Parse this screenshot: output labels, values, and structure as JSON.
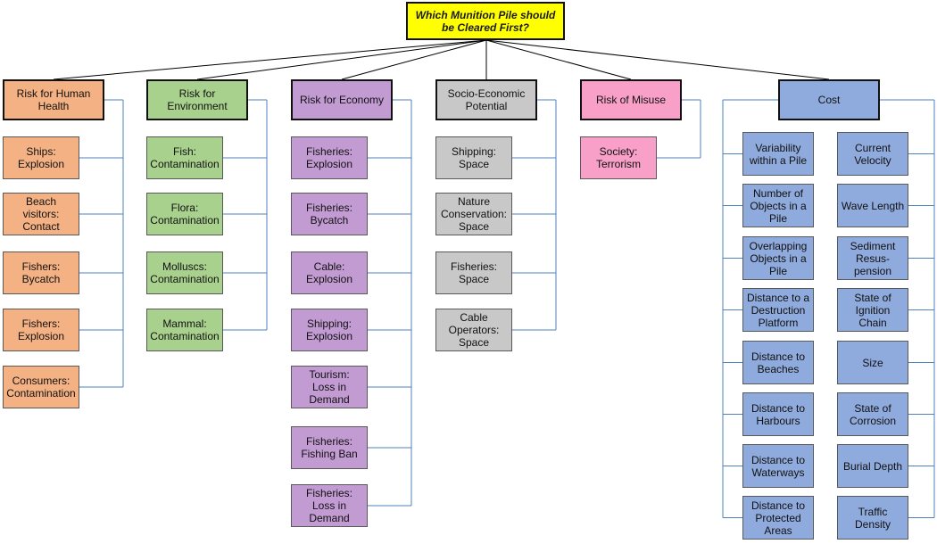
{
  "title": "Which Munition Pile should be Cleared First?",
  "colors": {
    "root": "#ffff00",
    "human": "#f4b183",
    "environment": "#a9d18e",
    "economy": "#c39bd3",
    "socio": "#c8c8c8",
    "misuse": "#f8a0c8",
    "cost": "#8faadc",
    "connector": "#4f81bd",
    "top_line": "#000000"
  },
  "categories": [
    {
      "label": "Risk for Human Health",
      "items": [
        "Ships:\nExplosion",
        "Beach visitors:\nContact",
        "Fishers:\nBycatch",
        "Fishers:\nExplosion",
        "Consumers:\nContamination"
      ]
    },
    {
      "label": "Risk for Environment",
      "items": [
        "Fish:\nContamination",
        "Flora:\nContamination",
        "Molluscs:\nContamination",
        "Mammal:\nContamination"
      ]
    },
    {
      "label": "Risk for Economy",
      "items": [
        "Fisheries:\nExplosion",
        "Fisheries:\nBycatch",
        "Cable:\nExplosion",
        "Shipping:\nExplosion",
        "Tourism:\nLoss in\nDemand",
        "Fisheries:\nFishing Ban",
        "Fisheries:\nLoss in\nDemand"
      ]
    },
    {
      "label": "Socio-Economic Potential",
      "items": [
        "Shipping:\nSpace",
        "Nature\nConservation:\nSpace",
        "Fisheries:\nSpace",
        "Cable\nOperators:\nSpace"
      ]
    },
    {
      "label": "Risk of Misuse",
      "items": [
        "Society:\nTerrorism"
      ]
    },
    {
      "label": "Cost",
      "items_left": [
        "Variability within a Pile",
        "Number of Objects in a Pile",
        "Overlapping Objects in a Pile",
        "Distance to a Destruction Platform",
        "Distance to Beaches",
        "Distance to Harbours",
        "Distance to Waterways",
        "Distance to Protected Areas"
      ],
      "items_right": [
        "Current Velocity",
        "Wave Length",
        "Sediment Resus-pension",
        "State of Ignition Chain",
        "Size",
        "State of Corrosion",
        "Burial Depth",
        "Traffic Density"
      ]
    }
  ]
}
